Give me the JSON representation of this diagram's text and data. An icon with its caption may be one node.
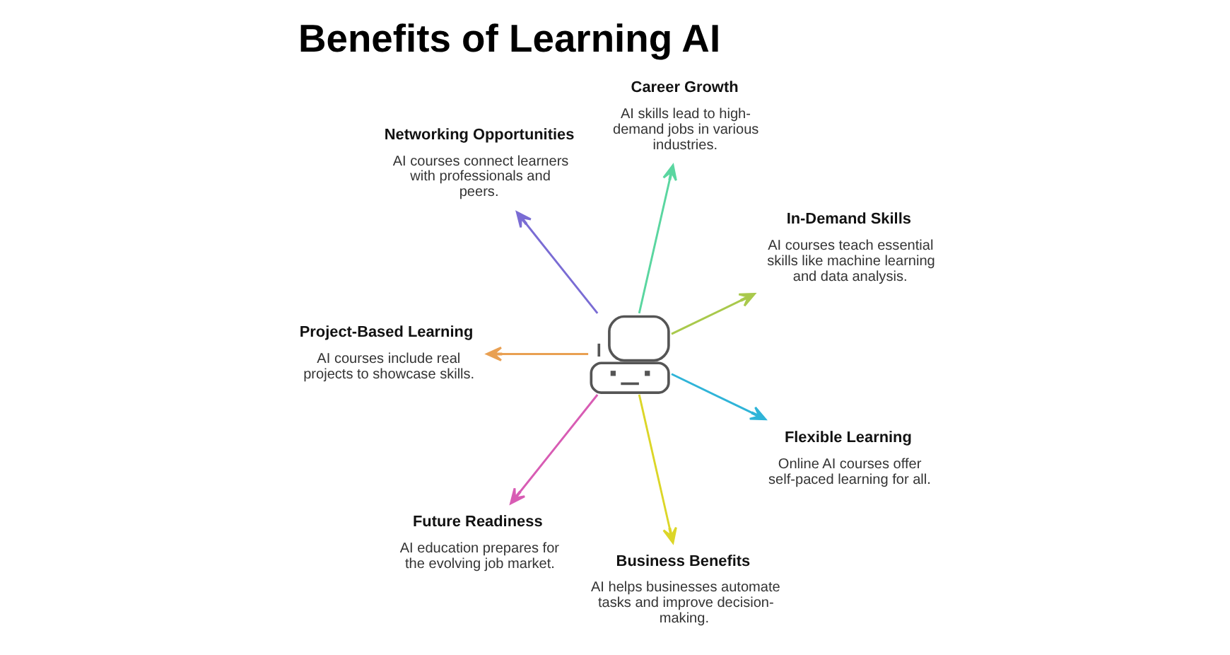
{
  "diagram": {
    "title": "Benefits of Learning AI",
    "nodes": [
      {
        "text": [],
        "shape": "picture"
      },
      {
        "text": [
          "Career Growth",
          "AI skills lead to high-demand jobs in various industries."
        ]
      },
      {
        "text": [
          "Networking Opportunities",
          "AI courses connect learners with professionals and peers."
        ]
      },
      {
        "text": [
          "In-Demand Skills",
          "AI courses teach essential skills like machine learning and data analysis."
        ]
      },
      {
        "text": [
          "Flexible Learning",
          "Online AI courses offer self-paced learning for all."
        ]
      },
      {
        "text": [
          "Project-Based Learning",
          "AI courses include real projects to showcase skills."
        ]
      },
      {
        "text": [
          "Future Readiness",
          "AI education prepares for the evolving job market."
        ]
      },
      {
        "text": [
          "Business Benefits",
          "AI helps businesses automate tasks and improve decision-making."
        ]
      }
    ],
    "edges": [
      {
        "from": 0,
        "to": 1,
        "arrow": "to",
        "color": "#5ad6a0"
      },
      {
        "from": 0,
        "to": 3,
        "arrow": "to",
        "color": "#a9c94c"
      },
      {
        "from": 0,
        "to": 4,
        "arrow": "to",
        "color": "#2fb4d8"
      },
      {
        "from": 0,
        "to": 7,
        "arrow": "to",
        "color": "#dcd628"
      },
      {
        "from": 0,
        "to": 6,
        "arrow": "to",
        "color": "#d85cb4"
      },
      {
        "from": 0,
        "to": 5,
        "arrow": "to",
        "color": "#e9a052"
      },
      {
        "from": 0,
        "to": 2,
        "arrow": "to",
        "color": "#7a6cd4"
      }
    ]
  }
}
